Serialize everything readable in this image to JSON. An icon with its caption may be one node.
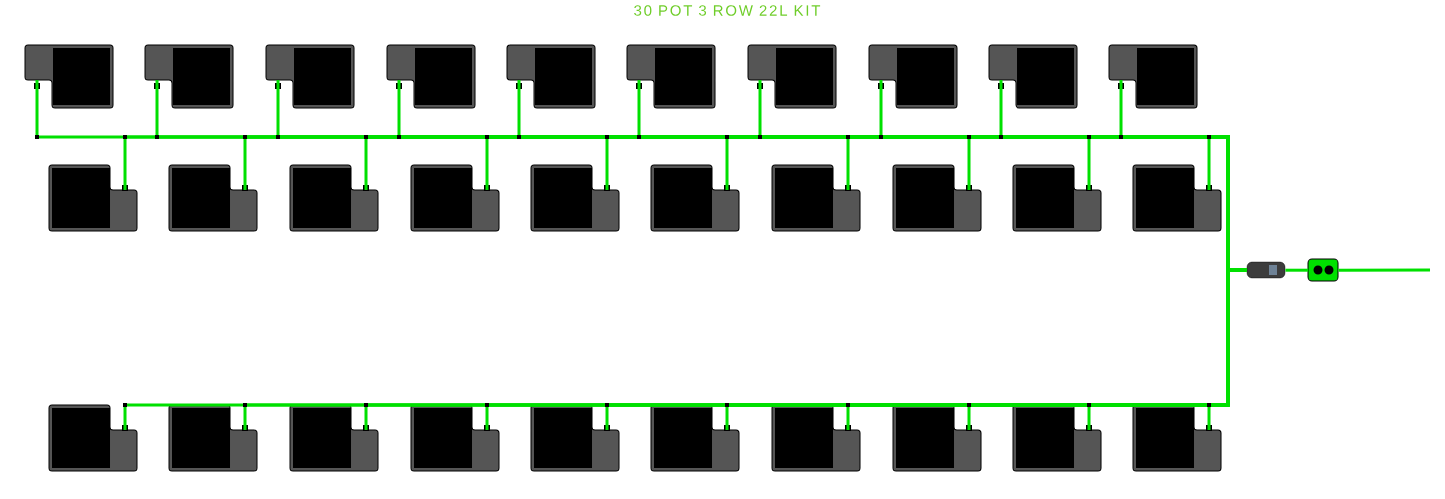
{
  "diagram": {
    "title": "30 POT 3 ROW 22L KIT",
    "nodes": [
      {
        "text": [],
        "shape": "box"
      },
      {
        "text": [],
        "shape": "box"
      },
      {
        "text": [],
        "shape": "box"
      },
      {
        "text": [],
        "shape": "box"
      },
      {
        "text": [],
        "shape": "box"
      },
      {
        "text": [],
        "shape": "box"
      },
      {
        "text": [],
        "shape": "box"
      },
      {
        "text": [],
        "shape": "box"
      },
      {
        "text": [],
        "shape": "box"
      },
      {
        "text": [],
        "shape": "box"
      },
      {
        "text": [],
        "shape": "box"
      },
      {
        "text": [],
        "shape": "box"
      },
      {
        "text": [],
        "shape": "box"
      },
      {
        "text": [],
        "shape": "box"
      },
      {
        "text": [],
        "shape": "box"
      },
      {
        "text": [],
        "shape": "box"
      },
      {
        "text": [],
        "shape": "box"
      },
      {
        "text": [],
        "shape": "box"
      },
      {
        "text": [],
        "shape": "box"
      },
      {
        "text": [],
        "shape": "box"
      },
      {
        "text": [],
        "shape": "box"
      },
      {
        "text": [],
        "shape": "box"
      },
      {
        "text": [],
        "shape": "box"
      },
      {
        "text": [],
        "shape": "box"
      },
      {
        "text": [],
        "shape": "box"
      },
      {
        "text": [],
        "shape": "box"
      },
      {
        "text": [],
        "shape": "box"
      },
      {
        "text": [],
        "shape": "box"
      },
      {
        "text": [],
        "shape": "box"
      },
      {
        "text": [],
        "shape": "box"
      },
      {
        "text": [],
        "shape": "cylinder"
      },
      {
        "text": [],
        "shape": "picture"
      }
    ],
    "edges": [
      {
        "from": 0,
        "to": 30,
        "arrow": "none"
      },
      {
        "from": 1,
        "to": 30,
        "arrow": "none"
      },
      {
        "from": 2,
        "to": 30,
        "arrow": "none"
      },
      {
        "from": 3,
        "to": 30,
        "arrow": "none"
      },
      {
        "from": 4,
        "to": 30,
        "arrow": "none"
      },
      {
        "from": 5,
        "to": 30,
        "arrow": "none"
      },
      {
        "from": 6,
        "to": 30,
        "arrow": "none"
      },
      {
        "from": 7,
        "to": 30,
        "arrow": "none"
      },
      {
        "from": 8,
        "to": 30,
        "arrow": "none"
      },
      {
        "from": 9,
        "to": 30,
        "arrow": "none"
      },
      {
        "from": 10,
        "to": 30,
        "arrow": "none"
      },
      {
        "from": 11,
        "to": 30,
        "arrow": "none"
      },
      {
        "from": 12,
        "to": 30,
        "arrow": "none"
      },
      {
        "from": 13,
        "to": 30,
        "arrow": "none"
      },
      {
        "from": 14,
        "to": 30,
        "arrow": "none"
      },
      {
        "from": 15,
        "to": 30,
        "arrow": "none"
      },
      {
        "from": 16,
        "to": 30,
        "arrow": "none"
      },
      {
        "from": 17,
        "to": 30,
        "arrow": "none"
      },
      {
        "from": 18,
        "to": 30,
        "arrow": "none"
      },
      {
        "from": 19,
        "to": 30,
        "arrow": "none"
      },
      {
        "from": 20,
        "to": 30,
        "arrow": "none"
      },
      {
        "from": 21,
        "to": 30,
        "arrow": "none"
      },
      {
        "from": 22,
        "to": 30,
        "arrow": "none"
      },
      {
        "from": 23,
        "to": 30,
        "arrow": "none"
      },
      {
        "from": 24,
        "to": 30,
        "arrow": "none"
      },
      {
        "from": 25,
        "to": 30,
        "arrow": "none"
      },
      {
        "from": 26,
        "to": 30,
        "arrow": "none"
      },
      {
        "from": 27,
        "to": 30,
        "arrow": "none"
      },
      {
        "from": 28,
        "to": 30,
        "arrow": "none"
      },
      {
        "from": 29,
        "to": 30,
        "arrow": "none"
      },
      {
        "from": 30,
        "to": 31,
        "arrow": "none"
      },
      {
        "from": 31,
        "to": null,
        "arrow": "none"
      }
    ]
  }
}
